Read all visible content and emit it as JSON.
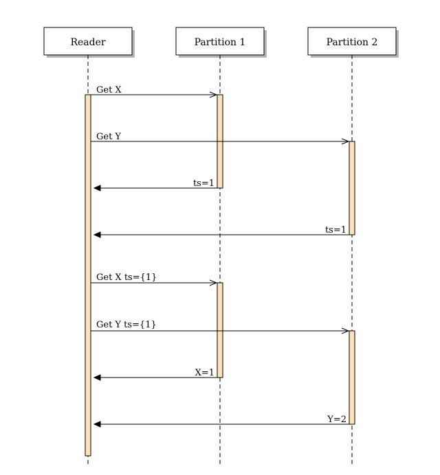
{
  "participants": [
    {
      "id": "reader",
      "label": "Reader"
    },
    {
      "id": "p1",
      "label": "Partition 1"
    },
    {
      "id": "p2",
      "label": "Partition 2"
    }
  ],
  "messages": [
    {
      "from": "reader",
      "to": "p1",
      "label": "Get X",
      "kind": "request"
    },
    {
      "from": "reader",
      "to": "p2",
      "label": "Get Y",
      "kind": "request"
    },
    {
      "from": "p1",
      "to": "reader",
      "label": "ts=1",
      "kind": "reply"
    },
    {
      "from": "p2",
      "to": "reader",
      "label": "ts=1",
      "kind": "reply"
    },
    {
      "from": "reader",
      "to": "p1",
      "label": "Get X ts={1}",
      "kind": "request"
    },
    {
      "from": "reader",
      "to": "p2",
      "label": "Get Y ts={1}",
      "kind": "request"
    },
    {
      "from": "p1",
      "to": "reader",
      "label": "X=1",
      "kind": "reply"
    },
    {
      "from": "p2",
      "to": "reader",
      "label": "Y=2",
      "kind": "reply"
    }
  ],
  "colors": {
    "activation": "#fde3b8",
    "line": "#000000",
    "shadow": "#b3b3b3"
  }
}
